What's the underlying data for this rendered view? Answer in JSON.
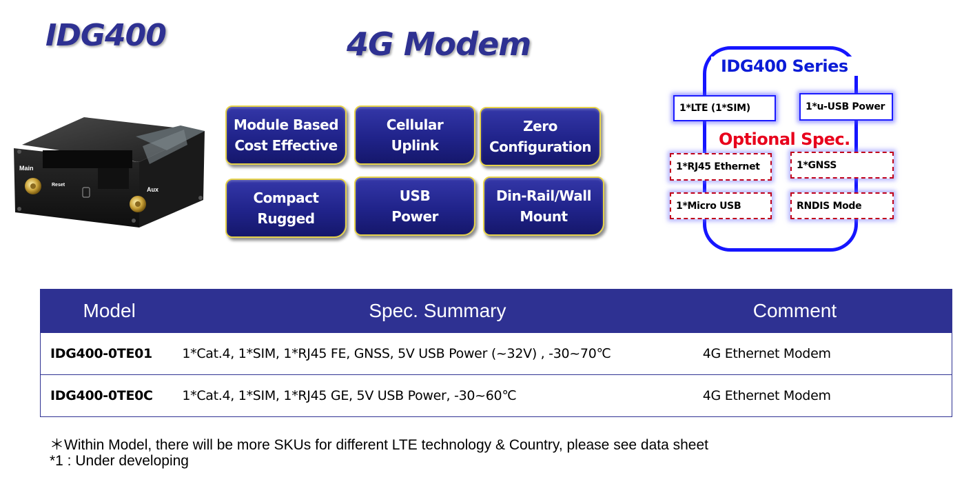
{
  "header": {
    "product": "IDG400",
    "title": "4G Modem"
  },
  "device": {
    "label_main": "Main",
    "label_reset": "Reset",
    "label_aux": "Aux"
  },
  "features": [
    {
      "label": "Module Based\nCost Effective"
    },
    {
      "label": "Cellular\nUplink"
    },
    {
      "label": "Zero\nConfiguration"
    },
    {
      "label": "Compact\nRugged"
    },
    {
      "label": "USB\nPower"
    },
    {
      "label": "Din-Rail/Wall\nMount"
    }
  ],
  "series": {
    "title": "IDG400 Series",
    "standard": [
      "1*LTE (1*SIM)",
      "1*u-USB Power"
    ],
    "optional_title": "Optional Spec.",
    "optional": [
      "1*RJ45 Ethernet",
      "1*GNSS",
      "1*Micro USB",
      "RNDIS Mode"
    ]
  },
  "table": {
    "headers": [
      "Model",
      "Spec. Summary",
      "Comment"
    ],
    "rows": [
      {
        "model": "IDG400-0TE01",
        "spec": "1*Cat.4, 1*SIM, 1*RJ45 FE, GNSS,  5V USB Power (~32V) , -30~70℃",
        "comment": "4G Ethernet Modem"
      },
      {
        "model": "IDG400-0TE0C",
        "spec": "1*Cat.4, 1*SIM, 1*RJ45 GE, 5V USB Power, -30~60℃",
        "comment": "4G Ethernet Modem"
      }
    ]
  },
  "notes": [
    "＊Within Model, there will be more SKUs for different LTE technology & Country, please see data sheet",
    "*1 : Under developing"
  ],
  "colors": {
    "brand_navy": "#2e3192",
    "series_blue": "#1515ff",
    "optional_red": "#e8001c",
    "tile_border": "#e6d24a"
  }
}
